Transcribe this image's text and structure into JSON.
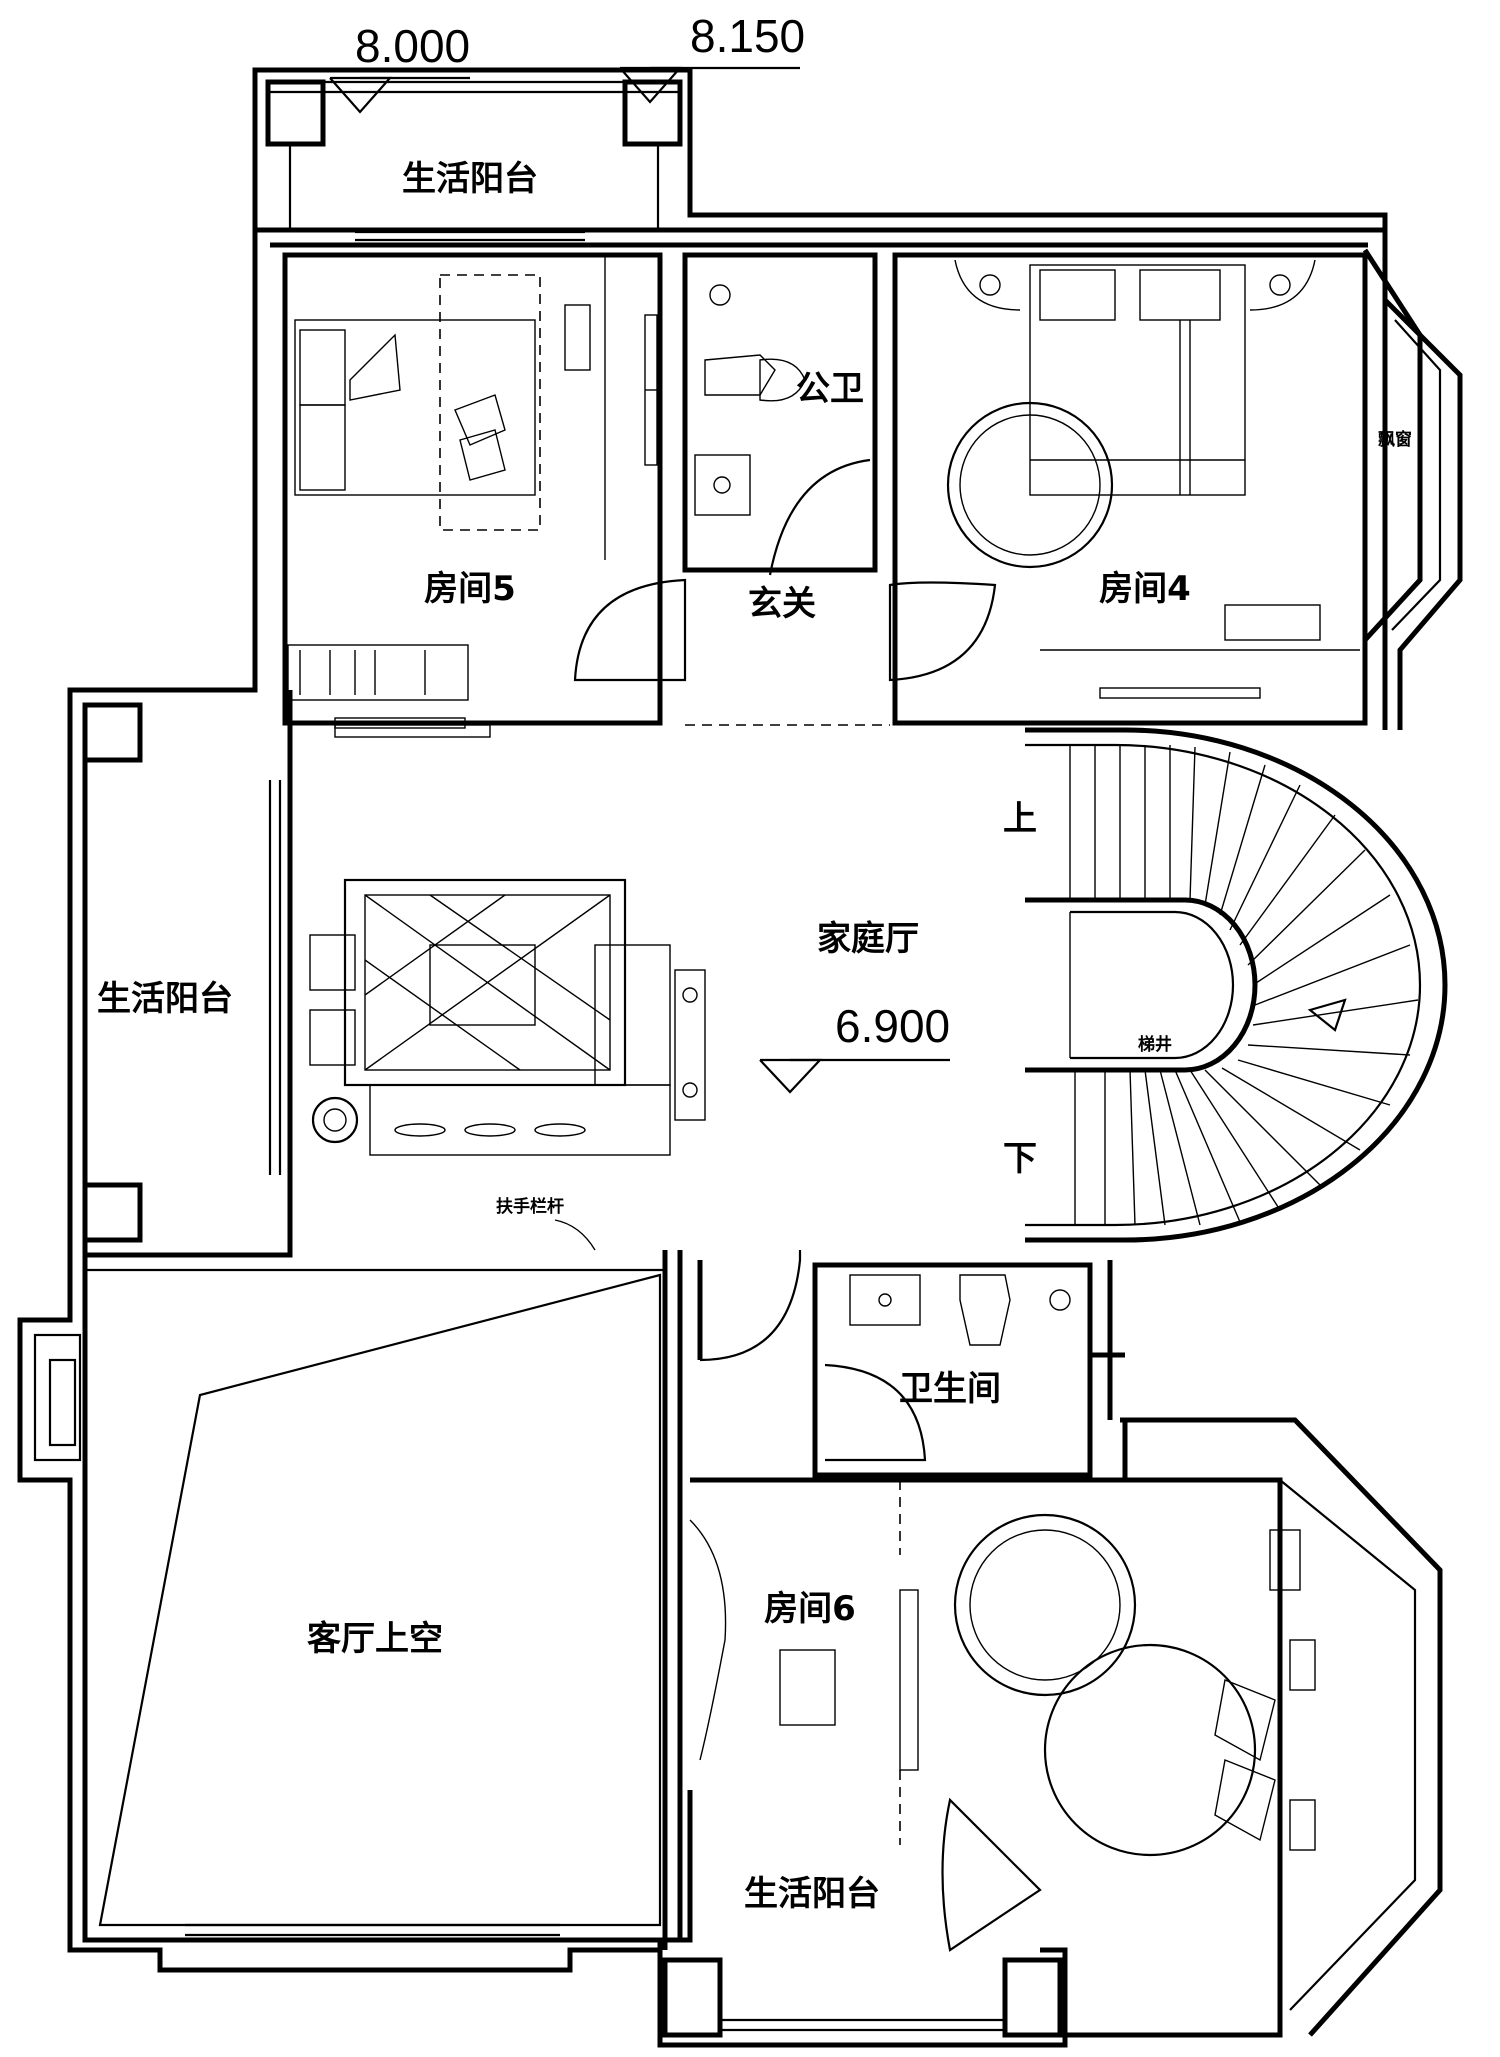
{
  "levels": {
    "top_left": "8.000",
    "top_right": "8.150",
    "hall": "6.900"
  },
  "rooms": {
    "balcony_top": "生活阳台",
    "balcony_left": "生活阳台",
    "balcony_bottom": "生活阳台",
    "room5": "房间5",
    "public_wc": "公卫",
    "foyer": "玄关",
    "room4": "房间4",
    "bay_window": "飘窗",
    "family_hall": "家庭厅",
    "stair_up": "上",
    "stair_down": "下",
    "stairwell": "梯井",
    "handrail": "扶手栏杆",
    "bathroom": "卫生间",
    "living_void": "客厅上空",
    "room6": "房间6"
  }
}
